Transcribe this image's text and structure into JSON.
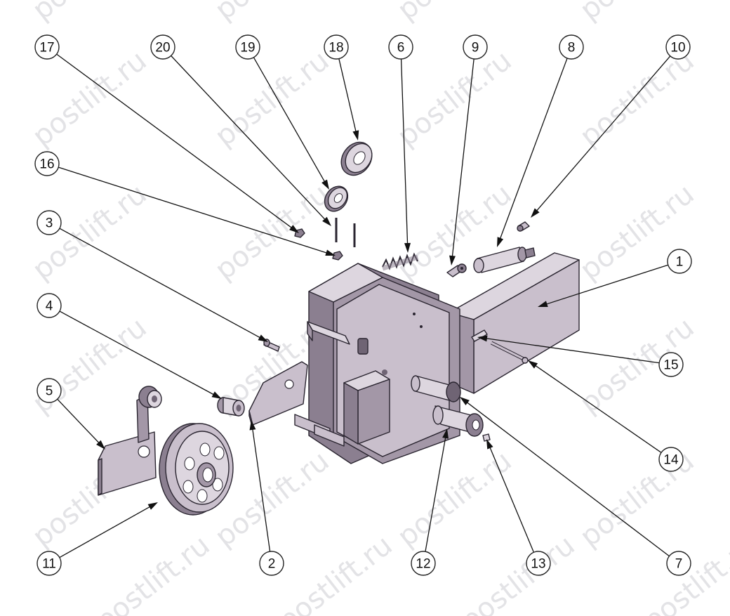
{
  "watermark": {
    "text": "postlift.ru"
  },
  "callouts": [
    {
      "id": "17",
      "label": "17"
    },
    {
      "id": "20",
      "label": "20"
    },
    {
      "id": "19",
      "label": "19"
    },
    {
      "id": "18",
      "label": "18"
    },
    {
      "id": "6",
      "label": "6"
    },
    {
      "id": "9",
      "label": "9"
    },
    {
      "id": "8",
      "label": "8"
    },
    {
      "id": "10",
      "label": "10"
    },
    {
      "id": "16",
      "label": "16"
    },
    {
      "id": "3",
      "label": "3"
    },
    {
      "id": "4",
      "label": "4"
    },
    {
      "id": "5",
      "label": "5"
    },
    {
      "id": "1",
      "label": "1"
    },
    {
      "id": "15",
      "label": "15"
    },
    {
      "id": "14",
      "label": "14"
    },
    {
      "id": "11",
      "label": "11"
    },
    {
      "id": "2",
      "label": "2"
    },
    {
      "id": "12",
      "label": "12"
    },
    {
      "id": "13",
      "label": "13"
    },
    {
      "id": "7",
      "label": "7"
    }
  ]
}
